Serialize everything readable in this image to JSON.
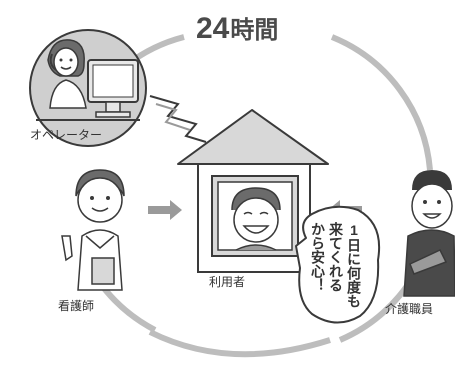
{
  "title": {
    "hours_number": "24",
    "hours_unit": "時間"
  },
  "roles": {
    "operator": "オペレーター",
    "nurse": "看護師",
    "user": "利用者",
    "care_worker": "介護職員"
  },
  "speech_bubble": {
    "lines": [
      "1日に何度も",
      "来てくれる",
      "から安心！"
    ]
  },
  "colors": {
    "line": "#3a3a3a",
    "circle": "#bdbdbd",
    "arrow": "#9a9a9a",
    "operator_bg": "#cfcfcf"
  }
}
